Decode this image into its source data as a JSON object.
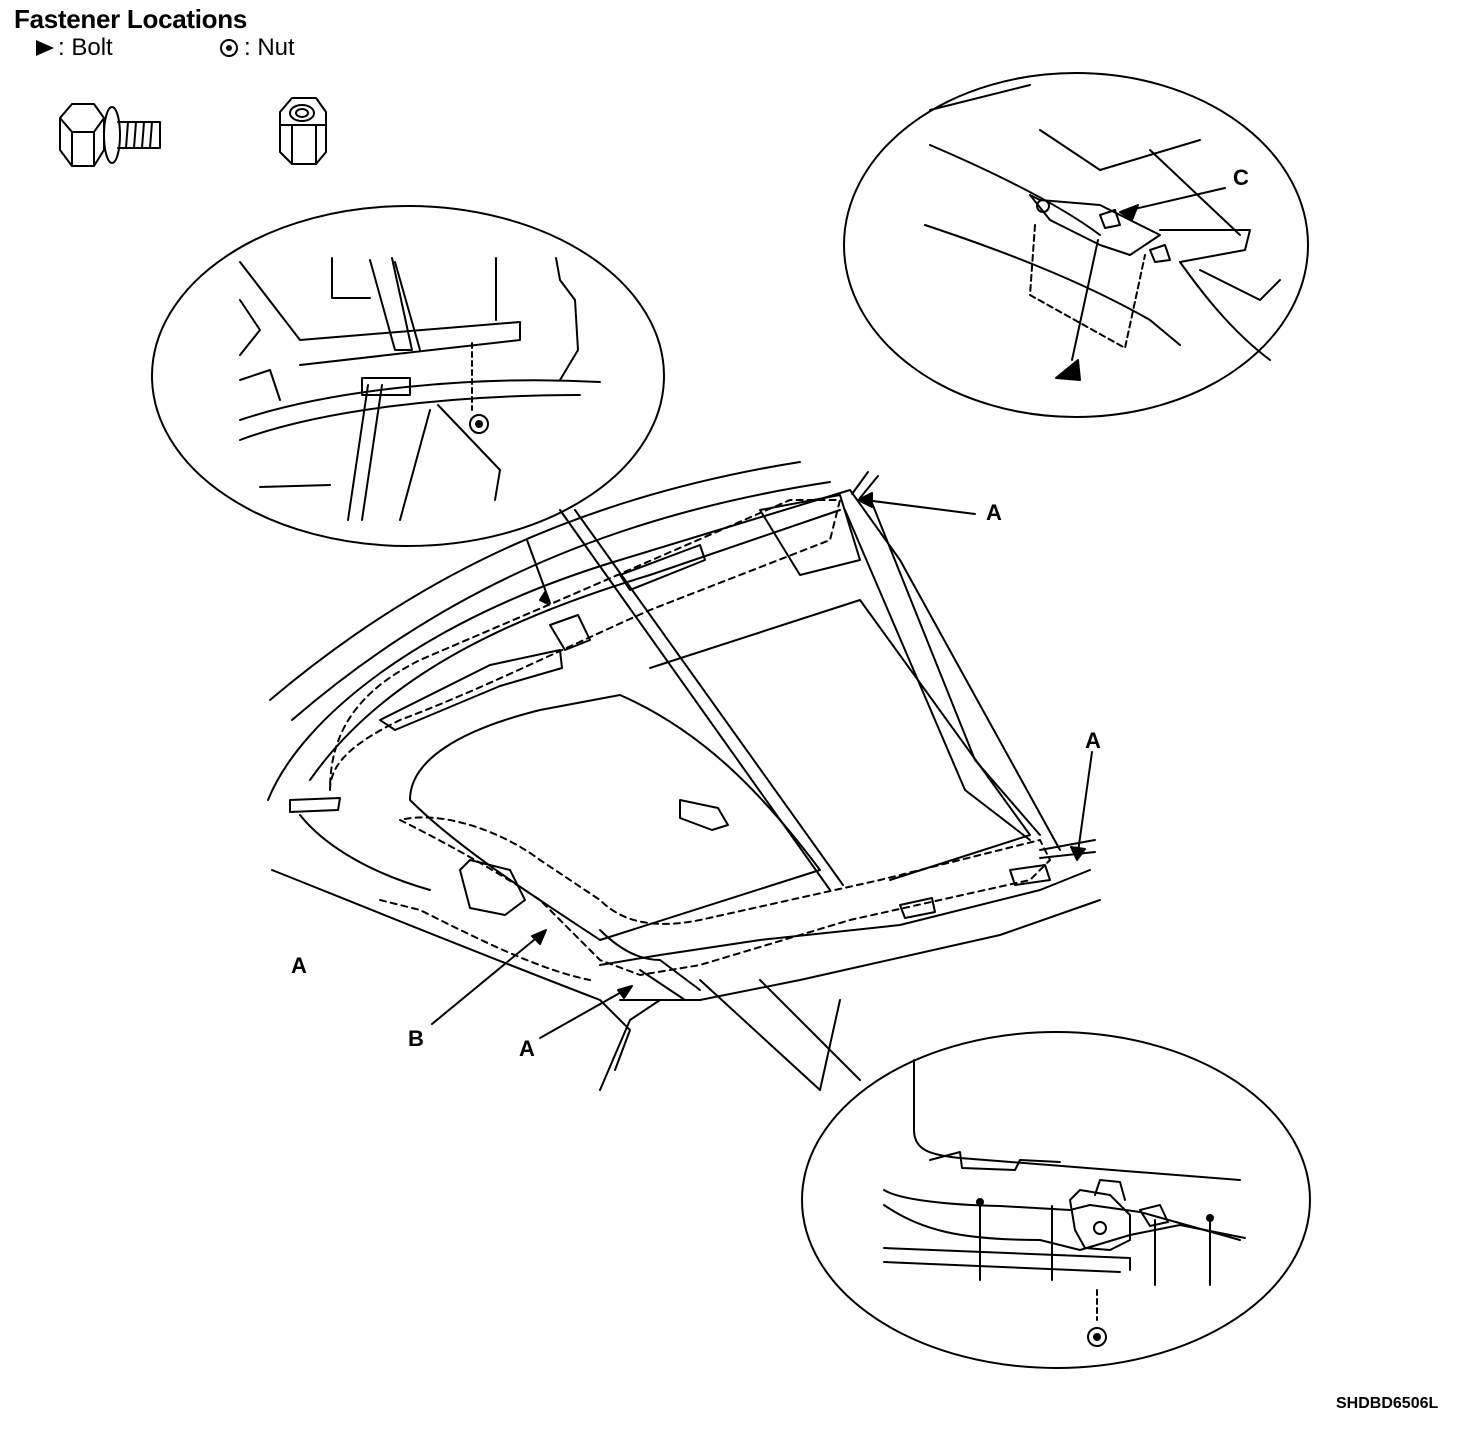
{
  "title": "Fastener Locations",
  "legend": {
    "bolt_label": ": Bolt",
    "nut_label": ": Nut",
    "bolt_icon": "bolt-triangle-icon",
    "nut_icon": "nut-circle-icon"
  },
  "callouts": {
    "a": "A",
    "b": "B",
    "c": "C"
  },
  "figure_code": "SHDBD6506L"
}
